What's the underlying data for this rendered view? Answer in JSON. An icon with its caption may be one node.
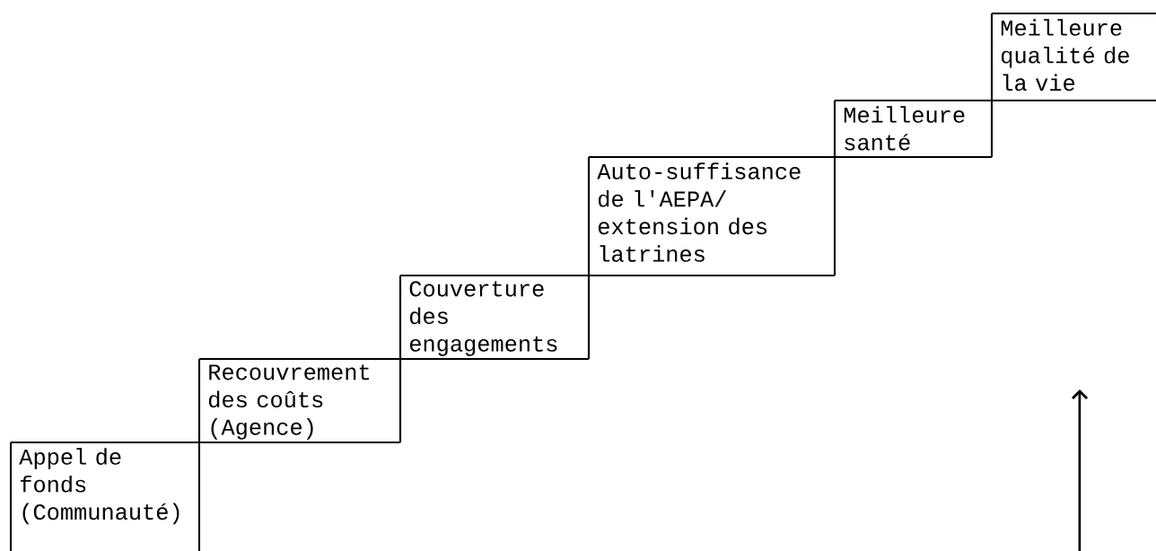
{
  "diagram": {
    "nodes": [
      {
        "text": [
          "Appel de fonds (Communauté)"
        ]
      },
      {
        "text": [
          "Recouvrement des coûts (Agence)"
        ]
      },
      {
        "text": [
          "Couverture des engagements"
        ]
      },
      {
        "text": [
          "Auto-suffisance de l'AEPA/ extension des latrines"
        ]
      },
      {
        "text": [
          "Meilleure santé"
        ]
      },
      {
        "text": [
          "Meilleure qualité de la vie"
        ]
      }
    ]
  }
}
